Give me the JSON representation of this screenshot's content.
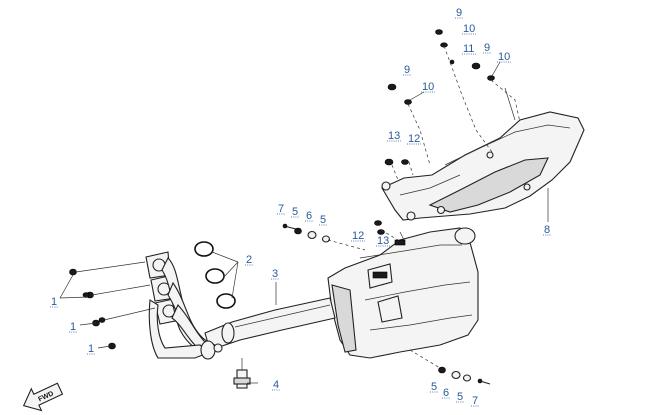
{
  "callouts": {
    "c9a": "9",
    "c10a": "10",
    "c11": "11",
    "c9b": "9",
    "c10b": "10",
    "c9c": "9",
    "c10c": "10",
    "c13a": "13",
    "c12a": "12",
    "c8": "8",
    "c7a": "7",
    "c5a": "5",
    "c6a": "6",
    "c5b": "5",
    "c12b": "12",
    "c13b": "13",
    "c2": "2",
    "c3": "3",
    "c1a": "1",
    "c1b": "1",
    "c1c": "1",
    "c4": "4",
    "c5c": "5",
    "c6b": "6",
    "c5d": "5",
    "c7b": "7"
  },
  "fwd_label": "FWD"
}
